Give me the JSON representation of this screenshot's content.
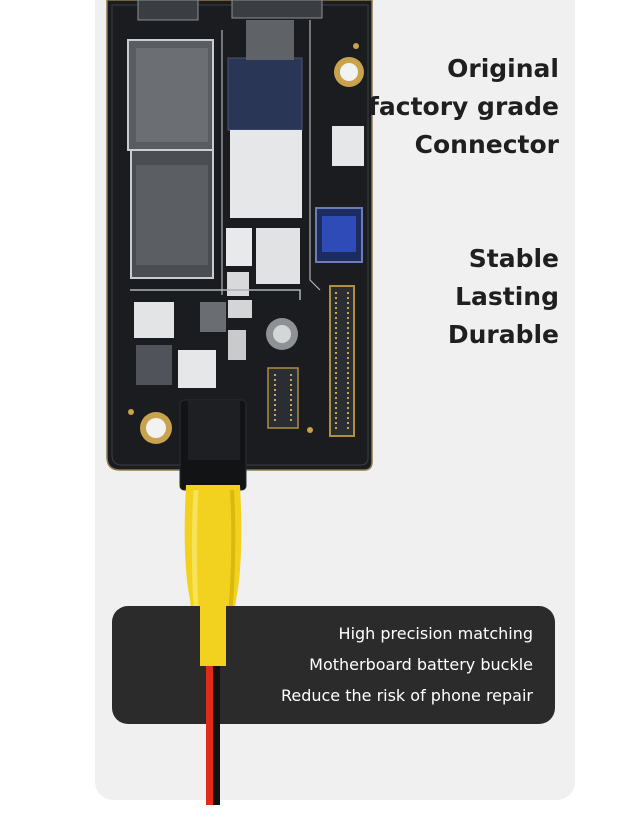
{
  "headline_1": {
    "line1": "Original",
    "line2": "factory grade",
    "line3": "Connector"
  },
  "headline_2": {
    "line1": "Stable",
    "line2": "Lasting",
    "line3": "Durable"
  },
  "features": [
    "High precision matching",
    "Motherboard battery buckle",
    "Reduce the risk of phone repair"
  ],
  "colors": {
    "background": "#f0f0f0",
    "board": "#1a1c1f",
    "board_edge": "#b89a4a",
    "cable_sleeve": "#f2d21e",
    "wire_red": "#e02b17",
    "wire_black": "#111111",
    "panel": "#2b2b2b"
  }
}
